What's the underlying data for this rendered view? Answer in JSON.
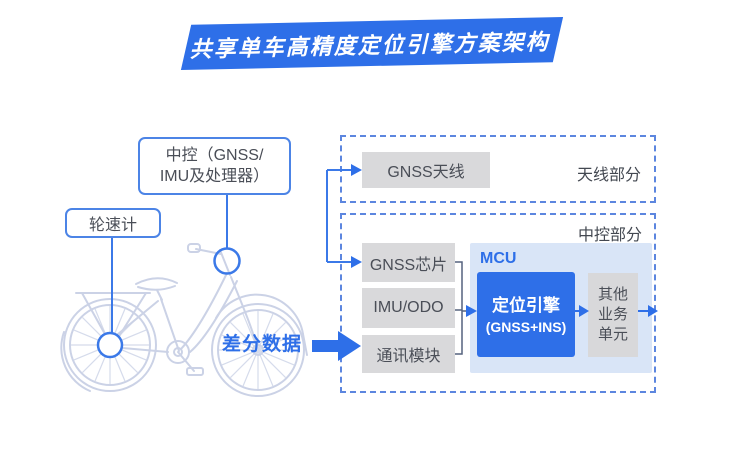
{
  "title": "共享单车高精度定位引擎方案架构",
  "bike": {
    "wheel_speed_label": "轮速计",
    "central_control_line1": "中控（GNSS/",
    "central_control_line2": "IMU及处理器）",
    "diff_data_label": "差分数据"
  },
  "antenna_section": {
    "name": "天线部分",
    "gnss_antenna": "GNSS天线"
  },
  "control_section": {
    "name": "中控部分",
    "modules": [
      "GNSS芯片",
      "IMU/ODO",
      "通讯模块"
    ],
    "mcu": {
      "label": "MCU",
      "engine_line1": "定位引擎",
      "engine_line2": "(GNSS+INS)",
      "other_unit_lines": [
        "其他",
        "业务",
        "单元"
      ]
    }
  },
  "colors": {
    "accent_blue": "#2E6FE8",
    "connector_blue": "#3B79E8",
    "dashed_border": "#5C86DF",
    "module_gray": "#D9D9DB",
    "mcu_background": "#D9E5F7",
    "bike_line": "#CBD2E6",
    "text_dark": "#4A4E57"
  }
}
